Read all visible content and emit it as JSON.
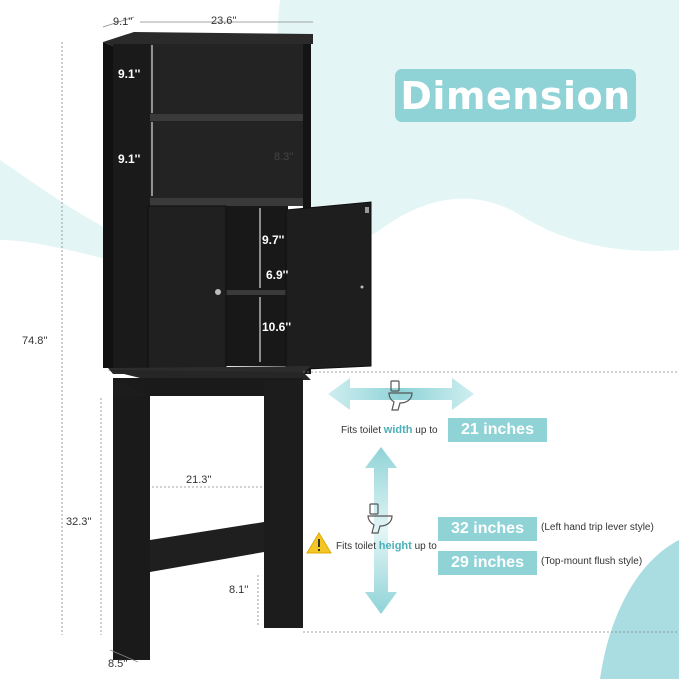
{
  "title": "Dimension",
  "dimensions": {
    "depth_top": "9.1''",
    "width_top": "23.6''",
    "shelf_upper": "9.1''",
    "shelf_middle": "9.1''",
    "shelf_middle_inner": "8.3''",
    "cabinet_upper": "9.7''",
    "shelf_depth": "6.9''",
    "cabinet_lower": "10.6''",
    "total_height": "74.8''",
    "inner_width": "21.3''",
    "leg_height": "32.3''",
    "bar_height": "8.1''",
    "base_depth": "8.5''"
  },
  "fit_width": {
    "prefix": "Fits toilet",
    "keyword": "width",
    "suffix": "up to",
    "value": "21 inches"
  },
  "fit_height": {
    "prefix": "Fits toilet",
    "keyword": "height",
    "suffix": "up to",
    "value_1": "32 inches",
    "note_1": "(Left hand trip lever style)",
    "value_2": "29 inches",
    "note_2": "(Top-mount flush style)"
  },
  "colors": {
    "accent": "#8fd3d7",
    "accent_text": "#4bb0b7",
    "cabinet": "#1c1c1c",
    "warning": "#f3c623"
  },
  "icons": [
    "toilet-icon",
    "warning-icon",
    "double-arrow-icon"
  ]
}
